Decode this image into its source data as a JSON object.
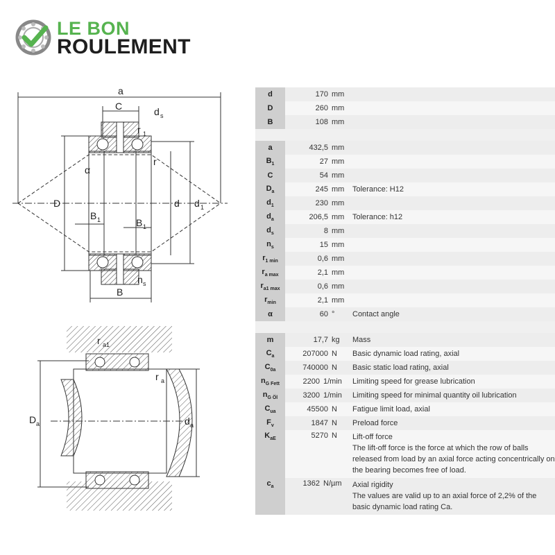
{
  "brand": {
    "line1": "LE BON",
    "line2": "ROULEMENT",
    "green": "#56b34f",
    "dark": "#1e1e1e"
  },
  "diagram_labels": {
    "a": "a",
    "C": "C",
    "ds": "d",
    "ds_sub": "s",
    "r1": "r",
    "r1_sub": "1",
    "alpha": "α",
    "r": "r",
    "D": "D",
    "d": "d",
    "d1": "d",
    "d1_sub": "1",
    "B1_left": "B",
    "B1_left_sub": "1",
    "B1_right": "B",
    "B1_right_sub": "1",
    "ns": "n",
    "ns_sub": "s",
    "B": "B",
    "ra1": "r",
    "ra1_sub": "a1",
    "ra": "r",
    "ra_sub": "a",
    "Da": "D",
    "Da_sub": "a",
    "da": "d",
    "da_sub": "a"
  },
  "specs": [
    {
      "sym": "d",
      "value": "170",
      "unit": "mm",
      "desc": ""
    },
    {
      "sym": "D",
      "value": "260",
      "unit": "mm",
      "desc": ""
    },
    {
      "sym": "B",
      "value": "108",
      "unit": "mm",
      "desc": ""
    },
    {
      "gap": true
    },
    {
      "sym": "a",
      "value": "432,5",
      "unit": "mm",
      "desc": ""
    },
    {
      "sym": "B",
      "sub": "1",
      "value": "27",
      "unit": "mm",
      "desc": ""
    },
    {
      "sym": "C",
      "value": "54",
      "unit": "mm",
      "desc": ""
    },
    {
      "sym": "D",
      "sub": "a",
      "value": "245",
      "unit": "mm",
      "desc": "Tolerance: H12"
    },
    {
      "sym": "d",
      "sub": "1",
      "value": "230",
      "unit": "mm",
      "desc": ""
    },
    {
      "sym": "d",
      "sub": "a",
      "value": "206,5",
      "unit": "mm",
      "desc": "Tolerance: h12"
    },
    {
      "sym": "d",
      "sub": "s",
      "value": "8",
      "unit": "mm",
      "desc": ""
    },
    {
      "sym": "n",
      "sub": "s",
      "value": "15",
      "unit": "mm",
      "desc": ""
    },
    {
      "sym": "r",
      "sub": "1 min",
      "value": "0,6",
      "unit": "mm",
      "desc": ""
    },
    {
      "sym": "r",
      "sub": "a max",
      "value": "2,1",
      "unit": "mm",
      "desc": ""
    },
    {
      "sym": "r",
      "sub": "a1 max",
      "value": "0,6",
      "unit": "mm",
      "desc": ""
    },
    {
      "sym": "r",
      "sub": "min",
      "value": "2,1",
      "unit": "mm",
      "desc": ""
    },
    {
      "sym": "α",
      "value": "60",
      "unit": "°",
      "desc": "Contact angle"
    },
    {
      "gap": true
    },
    {
      "sym": "m",
      "value": "17,7",
      "unit": "kg",
      "desc": "Mass"
    },
    {
      "sym": "C",
      "sub": "a",
      "value": "207000",
      "unit": "N",
      "desc": "Basic dynamic load rating, axial"
    },
    {
      "sym": "C",
      "sub": "0a",
      "value": "740000",
      "unit": "N",
      "desc": "Basic static load rating, axial"
    },
    {
      "sym": "n",
      "sub": "G Fett",
      "value": "2200",
      "unit": "1/min",
      "desc": "Limiting speed for grease lubrication"
    },
    {
      "sym": "n",
      "sub": "G Öl",
      "value": "3200",
      "unit": "1/min",
      "desc": "Limiting speed for minimal quantity oil lubrication"
    },
    {
      "sym": "C",
      "sub": "ua",
      "value": "45500",
      "unit": "N",
      "desc": "Fatigue limit load, axial"
    },
    {
      "sym": "F",
      "sub": "v",
      "value": "1847",
      "unit": "N",
      "desc": "Preload force"
    },
    {
      "sym": "K",
      "sub": "aE",
      "value": "5270",
      "unit": "N",
      "desc": "Lift-off force",
      "desc2": "The lift-off force is the force at which the row of balls released from load by an axial force acting concentrically on the bearing becomes free of load."
    },
    {
      "sym": "c",
      "sub": "a",
      "value": "1362",
      "unit": "N/µm",
      "desc": "Axial rigidity",
      "desc2": "The values are valid up to an axial force of 2,2% of the basic dynamic load rating Ca."
    }
  ]
}
